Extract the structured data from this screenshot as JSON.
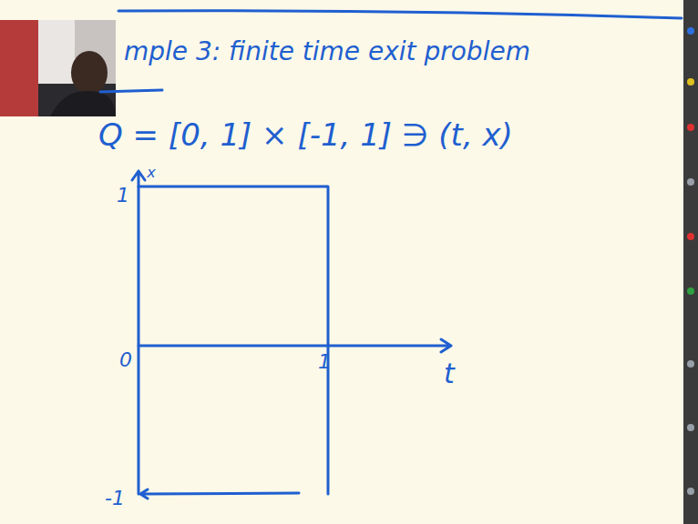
{
  "diagram": {
    "title": "mple 3: finite time exit problem",
    "labels": [
      "Q = [0, 1] × [-1, 1] ∋ (t, x)",
      "x",
      "1",
      "0",
      "1",
      "t",
      "-1"
    ]
  }
}
